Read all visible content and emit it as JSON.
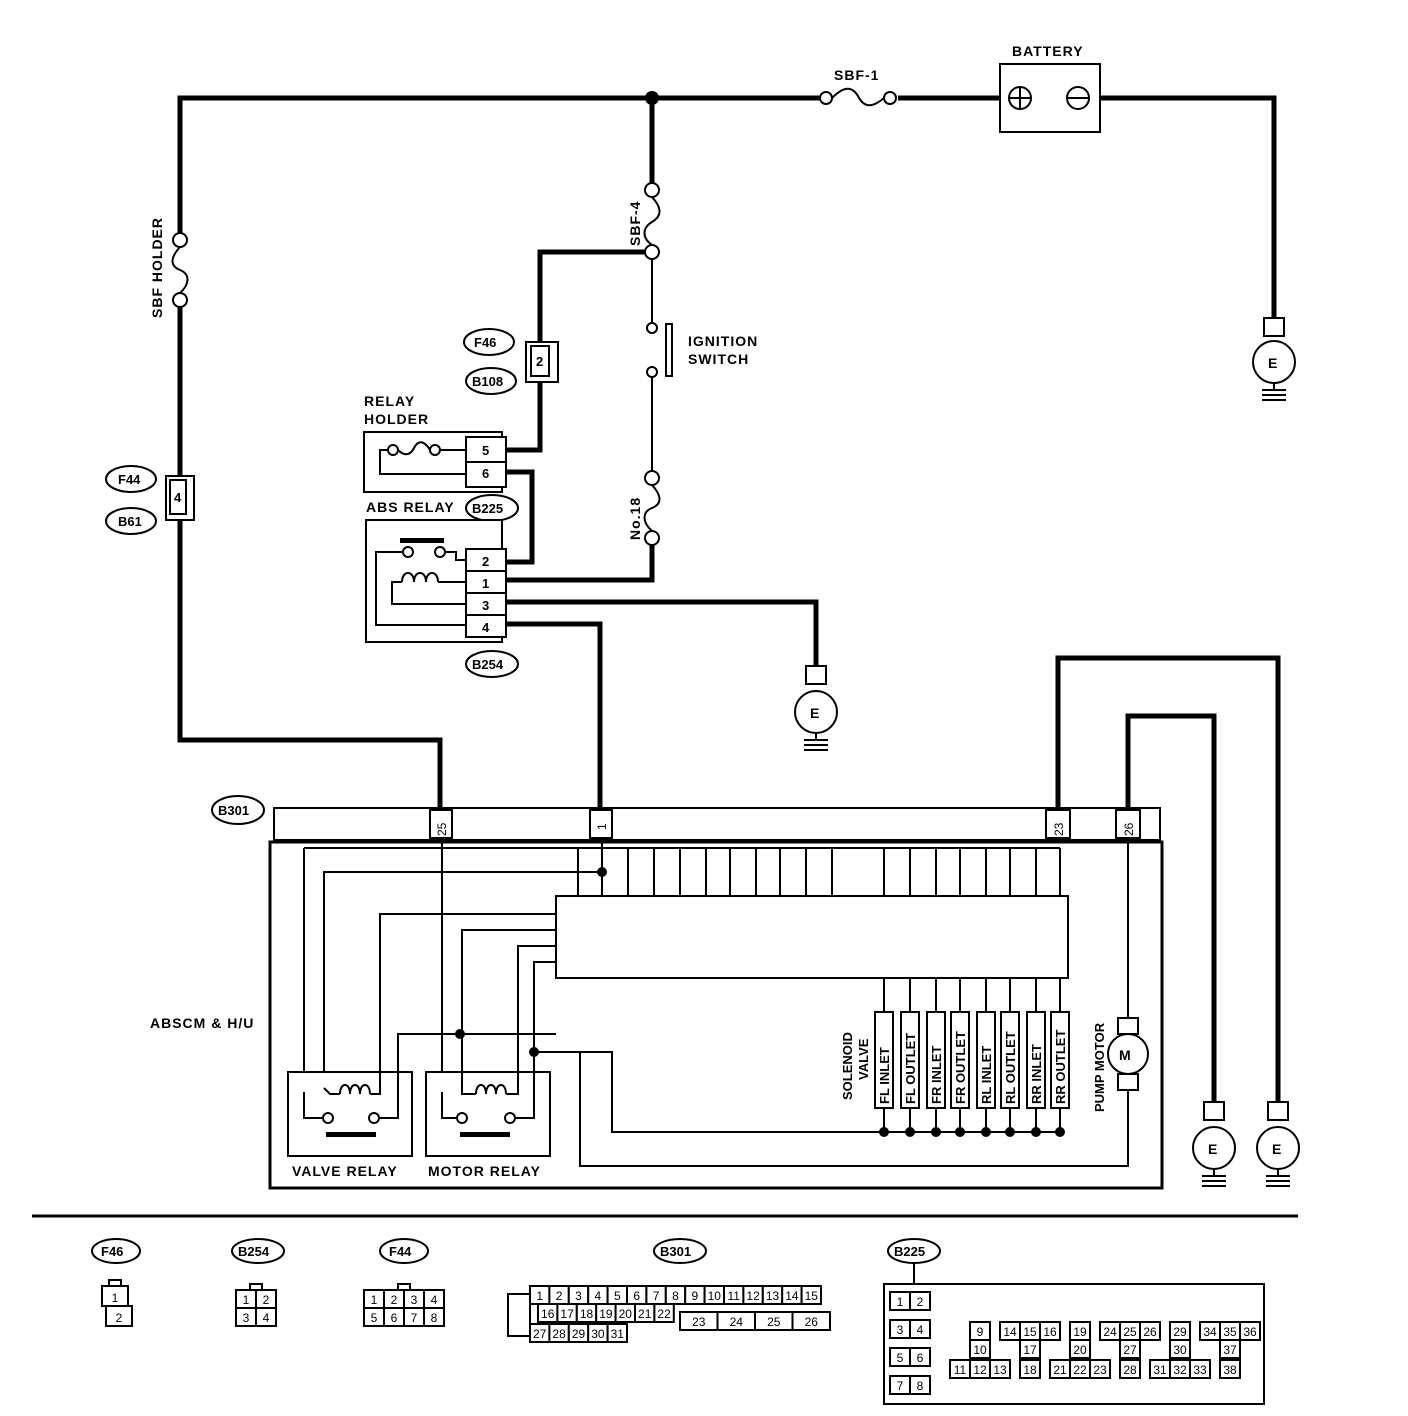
{
  "labels": {
    "battery": "BATTERY",
    "sbf1": "SBF-1",
    "sbf4": "SBF-4",
    "sbf_holder": "SBF  HOLDER",
    "ignition_switch_1": "IGNITION",
    "ignition_switch_2": "SWITCH",
    "relay_holder_1": "RELAY",
    "relay_holder_2": "HOLDER",
    "abs_relay": "ABS RELAY",
    "no18": "No.18",
    "abscm": "ABSCM & H/U",
    "solenoid_1": "SOLENOID",
    "solenoid_2": "VALVE",
    "pump_motor": "PUMP MOTOR",
    "valve_relay": "VALVE RELAY",
    "motor_relay": "MOTOR RELAY",
    "motor_symbol": "M",
    "earth": "E"
  },
  "connectors": {
    "f46": "F46",
    "b108": "B108",
    "f44": "F44",
    "b61": "B61",
    "b225": "B225",
    "b254": "B254",
    "b301": "B301"
  },
  "pins": {
    "f46_b108": "2",
    "f44_b61": "4",
    "relay_holder": [
      "5",
      "6"
    ],
    "abs_relay": [
      "2",
      "1",
      "3",
      "4"
    ],
    "b301": [
      "25",
      "1",
      "23",
      "26"
    ]
  },
  "valves": [
    "FL  INLET",
    "FL OUTLET",
    "FR  INLET",
    "FR OUTLET",
    "RL  INLET",
    "RL OUTLET",
    "RR  INLET",
    "RR OUTLET"
  ],
  "legend": {
    "f46": {
      "label": "F46",
      "top": [
        "1"
      ],
      "bottom": [
        "2"
      ]
    },
    "b254": {
      "label": "B254",
      "top": [
        "1",
        "2"
      ],
      "bottom": [
        "3",
        "4"
      ]
    },
    "f44": {
      "label": "F44",
      "top": [
        "1",
        "2",
        "3",
        "4"
      ],
      "bottom": [
        "5",
        "6",
        "7",
        "8"
      ]
    },
    "b301": {
      "label": "B301",
      "row1": [
        "1",
        "2",
        "3",
        "4",
        "5",
        "6",
        "7",
        "8",
        "9",
        "10",
        "11",
        "12",
        "13",
        "14",
        "15"
      ],
      "row2": [
        "16",
        "17",
        "18",
        "19",
        "20",
        "21",
        "22"
      ],
      "row2b": [
        "23",
        "24",
        "25",
        "26"
      ],
      "row3": [
        "27",
        "28",
        "29",
        "30",
        "31"
      ]
    },
    "b225": {
      "label": "B225",
      "left": [
        [
          "1",
          "2"
        ],
        [
          "3",
          "4"
        ],
        [
          "5",
          "6"
        ],
        [
          "7",
          "8"
        ]
      ],
      "row1": [
        "9",
        "14",
        "15",
        "16",
        "19",
        "24",
        "25",
        "26",
        "29",
        "34",
        "35",
        "36"
      ],
      "row2": [
        "10",
        "17",
        "20",
        "27",
        "30",
        "37"
      ],
      "row3": [
        "11",
        "12",
        "13",
        "18",
        "21",
        "22",
        "23",
        "28",
        "31",
        "32",
        "33",
        "38"
      ]
    }
  }
}
